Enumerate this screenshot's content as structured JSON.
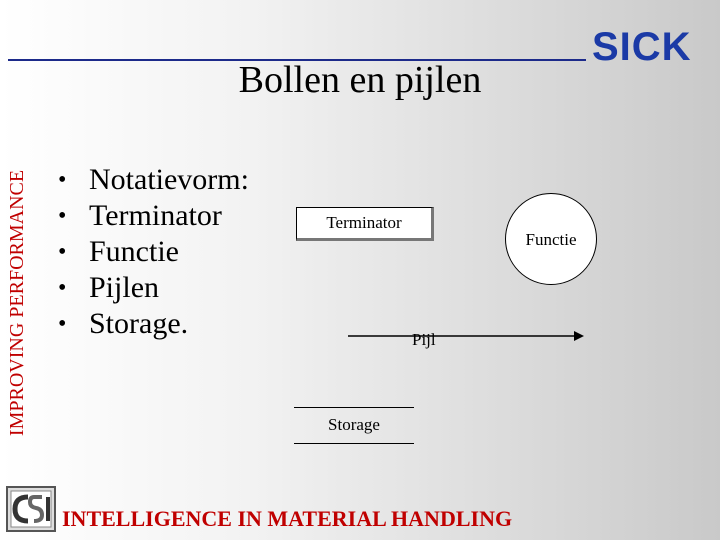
{
  "sidebar": {
    "text": "IMPROVING PERFORMANCE"
  },
  "logo": {
    "text": "SICK"
  },
  "title": "Bollen en pijlen",
  "bullets": [
    "Notatievorm:",
    "Terminator",
    "Functie",
    "Pijlen",
    "Storage."
  ],
  "diagram": {
    "terminator": "Terminator",
    "functie": "Functie",
    "pijl": "Pijl",
    "storage": "Storage"
  },
  "footer": {
    "text": "INTELLIGENCE IN MATERIAL HANDLING",
    "logo_text": "CSI"
  },
  "colors": {
    "accent_red": "#c00000",
    "logo_blue": "#1b3aa6",
    "rule_blue": "#1c2a8a"
  }
}
